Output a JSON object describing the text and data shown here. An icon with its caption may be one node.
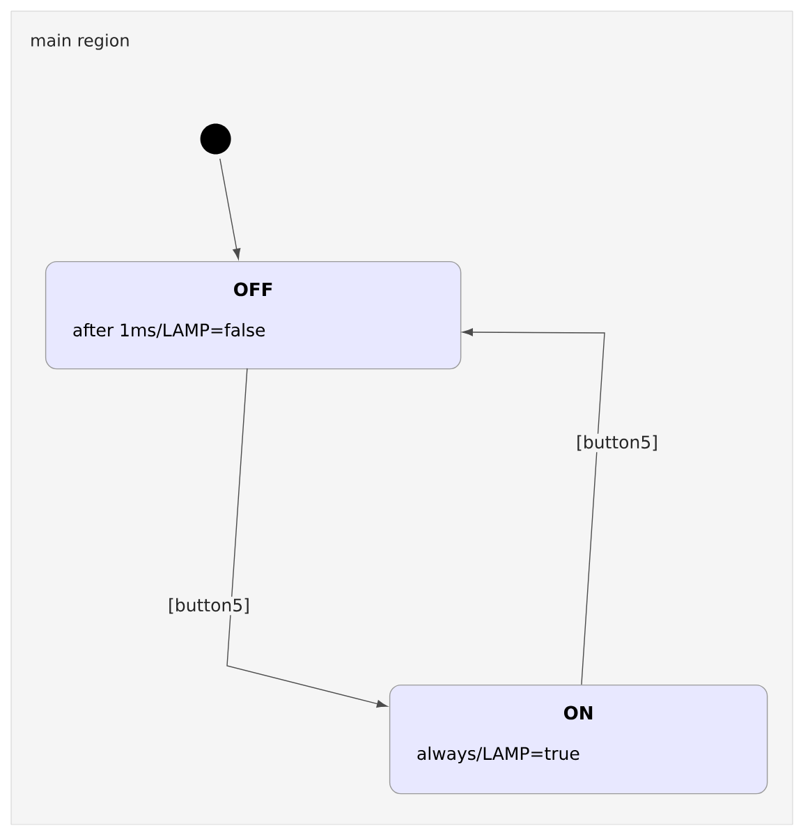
{
  "diagram": {
    "nodes": [
      {
        "text": [
          "main region"
        ]
      },
      {
        "text": [],
        "shape": "circle",
        "in": 0
      },
      {
        "text": [
          "OFF",
          "after 1ms/LAMP=false"
        ],
        "in": 0
      },
      {
        "text": [
          "ON",
          "always/LAMP=true"
        ],
        "in": 0
      }
    ],
    "edges": [
      {
        "from": 1,
        "to": 2,
        "arrow": "to"
      },
      {
        "from": 2,
        "to": 3,
        "arrow": "to",
        "label": "[button5]"
      },
      {
        "from": 3,
        "to": 2,
        "arrow": "to",
        "label": "[button5]"
      }
    ]
  }
}
